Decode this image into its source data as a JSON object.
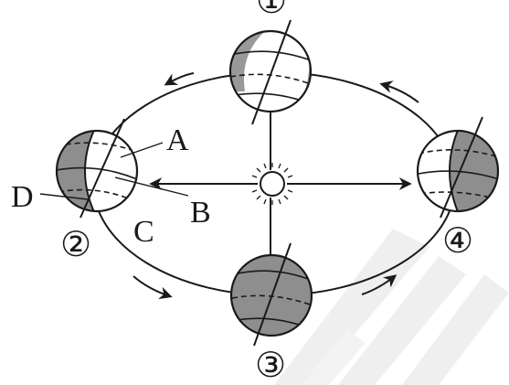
{
  "labels": {
    "A": "A",
    "B": "B",
    "C": "C",
    "D": "D"
  },
  "positions": {
    "top": "①",
    "left": "②",
    "bottom": "③",
    "right": "④"
  },
  "colors": {
    "ink": "#1a1a1a",
    "night_shade": "#8e8e8e",
    "watermark": "#ececec"
  },
  "icons": {
    "sun": "sun-icon",
    "motion_arrow": "orbit-direction-arrow-icon"
  }
}
